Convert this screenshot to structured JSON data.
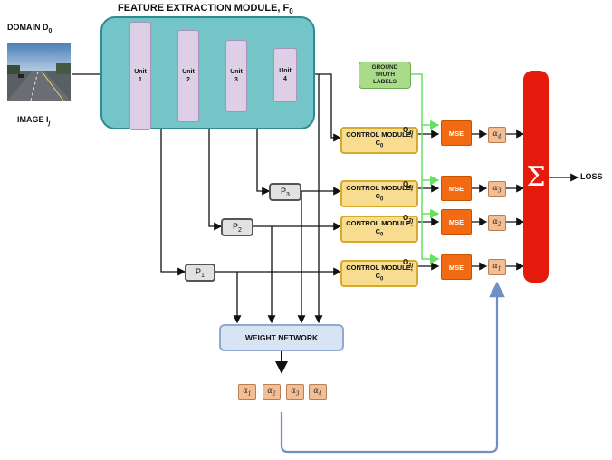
{
  "domain_label": "DOMAIN D",
  "domain_sub": "0",
  "image_label": "IMAGE I",
  "image_sub": "j",
  "feature_title": "FEATURE EXTRACTION MODULE, F",
  "feature_sub": "0",
  "units": [
    {
      "name": "Unit",
      "num": "1"
    },
    {
      "name": "Unit",
      "num": "2"
    },
    {
      "name": "Unit",
      "num": "3"
    },
    {
      "name": "Unit",
      "num": "4"
    }
  ],
  "ground_truth": "GROUND TRUTH LABELS",
  "control_module": "CONTROL MODULE, C",
  "control_sub": "0",
  "outputs": [
    {
      "base": "O",
      "sub": "4j"
    },
    {
      "base": "O",
      "sub": "3j"
    },
    {
      "base": "O",
      "sub": "2j"
    },
    {
      "base": "O",
      "sub": "1j"
    }
  ],
  "projections": [
    {
      "base": "P",
      "sub": "3"
    },
    {
      "base": "P",
      "sub": "2"
    },
    {
      "base": "P",
      "sub": "1"
    }
  ],
  "mse_label": "MSE",
  "alphas_right": [
    {
      "base": "α",
      "sub": "4"
    },
    {
      "base": "α",
      "sub": "3"
    },
    {
      "base": "α",
      "sub": "2"
    },
    {
      "base": "α",
      "sub": "1"
    }
  ],
  "alphas_bottom": [
    {
      "base": "α",
      "sub": "1"
    },
    {
      "base": "α",
      "sub": "2"
    },
    {
      "base": "α",
      "sub": "3"
    },
    {
      "base": "α",
      "sub": "4"
    }
  ],
  "sigma": "Σ",
  "loss": "LOSS",
  "weight_network": "WEIGHT NETWORK",
  "colors": {
    "feature_fill": "#74c5c8",
    "unit_fill": "#dccfe6",
    "control_fill": "#f8dc8f",
    "mse_fill": "#f26a12",
    "alpha_fill": "#f4be94",
    "ground_fill": "#a8dc89",
    "sigma_fill": "#e61a0c",
    "weight_fill": "#d8e4f4",
    "green_line": "#66e060",
    "blue_line": "#6f8fc6"
  }
}
